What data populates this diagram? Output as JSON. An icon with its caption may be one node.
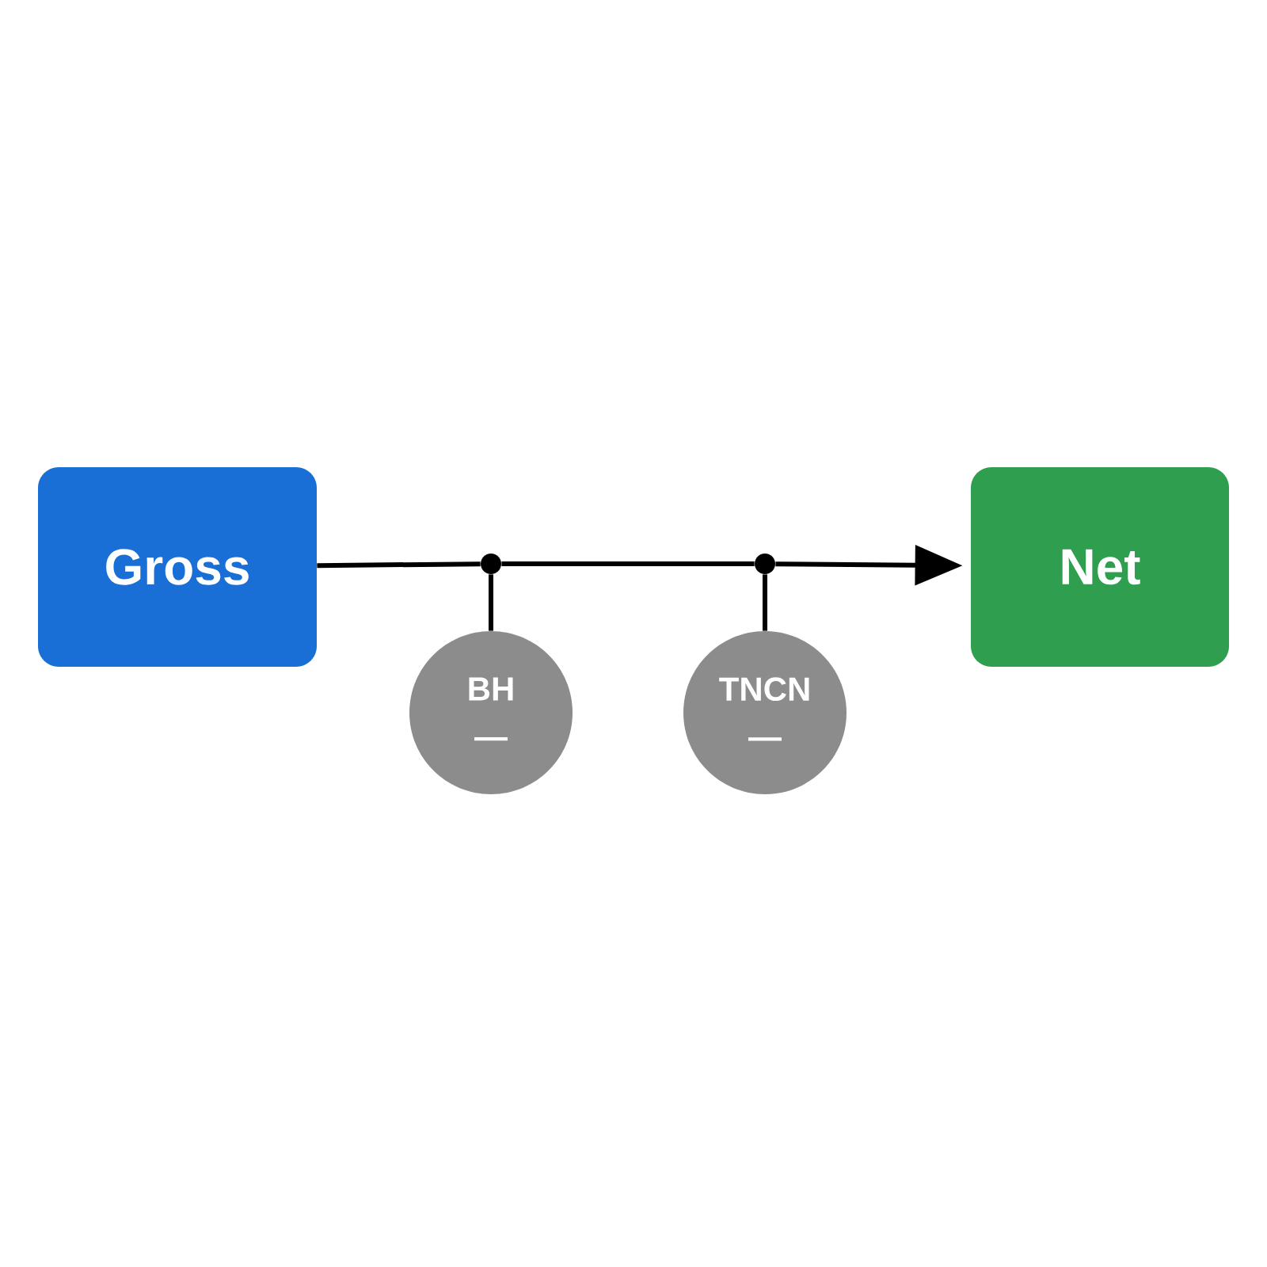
{
  "diagram": {
    "nodes": [
      {
        "text": [
          "Gross"
        ]
      },
      {
        "text": [],
        "shape": "circle"
      },
      {
        "text": [],
        "shape": "circle"
      },
      {
        "text": [
          "Net"
        ]
      },
      {
        "text": [
          "BH",
          "—"
        ]
      },
      {
        "text": [
          "TNCN",
          "—"
        ]
      }
    ],
    "edges": [
      {
        "from": 0,
        "to": 1,
        "arrow": "none"
      },
      {
        "from": 1,
        "to": 2,
        "arrow": "none"
      },
      {
        "from": 2,
        "to": 3,
        "arrow": "to"
      },
      {
        "from": 4,
        "to": 1,
        "arrow": "none"
      },
      {
        "from": 5,
        "to": 2,
        "arrow": "none"
      }
    ]
  }
}
